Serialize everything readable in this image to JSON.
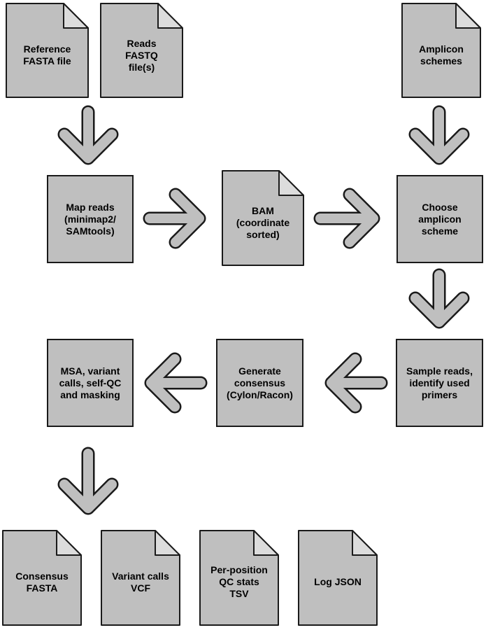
{
  "colors": {
    "fill": "#bfbfbf",
    "stroke": "#1a1a1a",
    "fold": "#dcdcdc",
    "arrow": "#bfbfbf"
  },
  "inputs": {
    "reference": "Reference\nFASTA file",
    "reads": "Reads\nFASTQ\nfile(s)",
    "amplicon_schemes": "Amplicon\nschemes"
  },
  "steps": {
    "map_reads": "Map reads\n(minimap2/\nSAMtools)",
    "bam": "BAM\n(coordinate\nsorted)",
    "choose_scheme": "Choose\namplicon\nscheme",
    "sample_reads": "Sample reads,\nidentify used\nprimers",
    "consensus": "Generate\nconsensus\n(Cylon/Racon)",
    "msa": "MSA, variant\ncalls, self-QC\nand masking"
  },
  "outputs": {
    "consensus_fasta": "Consensus\nFASTA",
    "variant_vcf": "Variant calls\nVCF",
    "qc_tsv": "Per-position\nQC stats\nTSV",
    "log_json": "Log JSON"
  }
}
